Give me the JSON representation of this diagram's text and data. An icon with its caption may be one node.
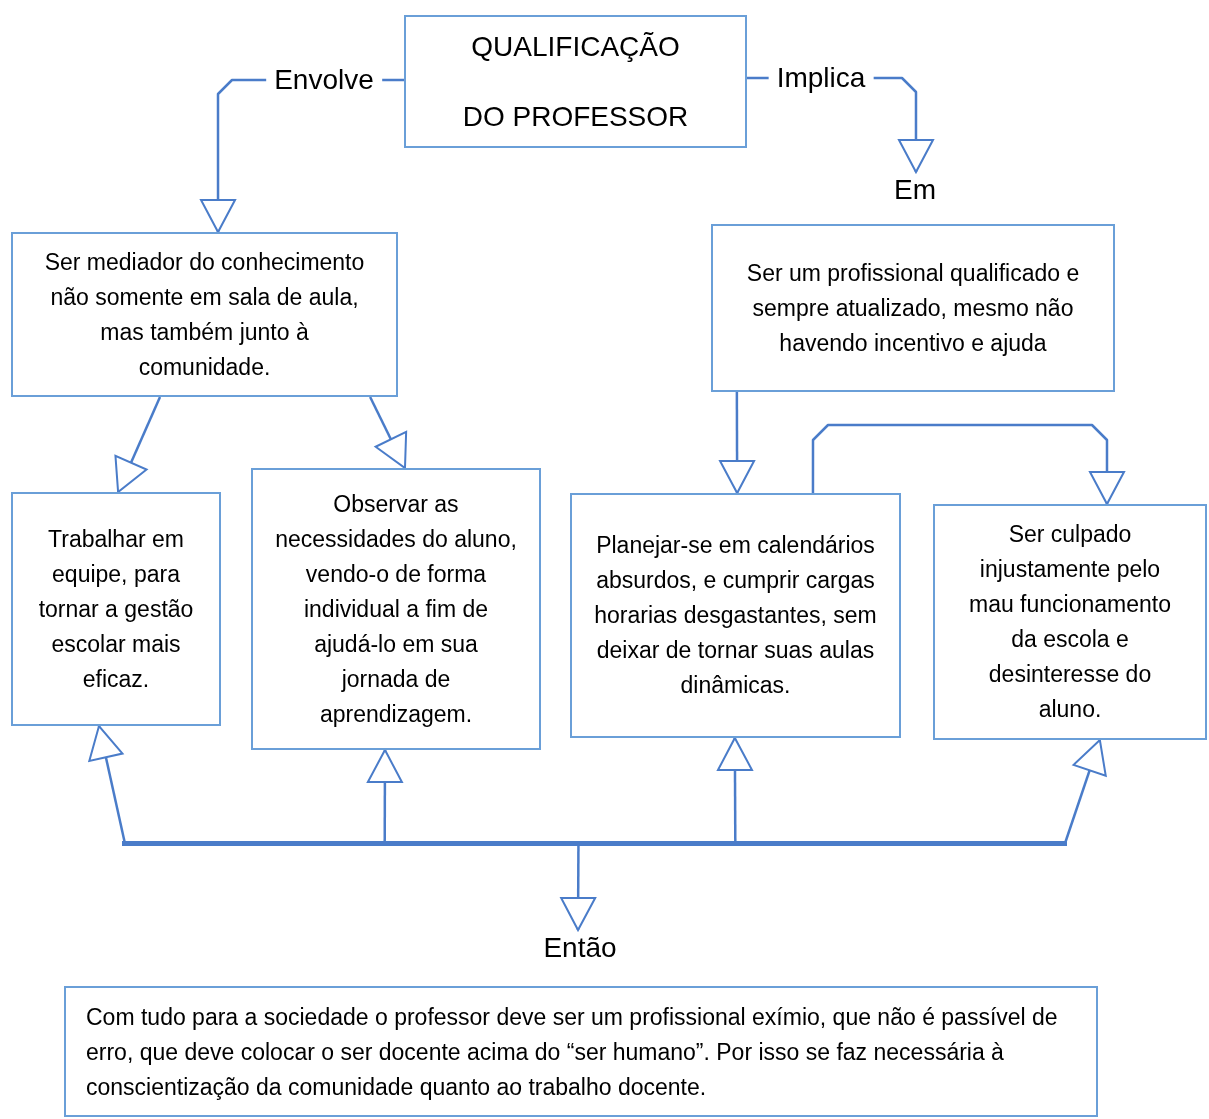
{
  "diagram": {
    "nodes": [
      {
        "text": [
          "QUALIFICAÇÃO DO PROFESSOR"
        ]
      },
      {
        "text": [
          "Em"
        ]
      },
      {
        "text": [
          "Ser mediador do conhecimento não somente em sala de aula, mas também junto à comunidade."
        ]
      },
      {
        "text": [
          "Ser um profissional qualificado e sempre atualizado, mesmo não havendo incentivo e ajuda"
        ]
      },
      {
        "text": [
          "Trabalhar em equipe, para tornar a gestão escolar mais eficaz."
        ]
      },
      {
        "text": [
          "Observar as necessidades do aluno, vendo-o de forma individual a fim de ajudá-lo em sua jornada de aprendizagem."
        ]
      },
      {
        "text": [
          "Planejar-se em calendários absurdos, e cumprir cargas horarias desgastantes, sem deixar de tornar suas aulas dinâmicas."
        ]
      },
      {
        "text": [
          "Ser culpado injustamente pelo mau funcionamento da escola e desinteresse do aluno."
        ]
      },
      {
        "text": [],
        "shape": "bar"
      },
      {
        "text": [
          "Então"
        ]
      },
      {
        "text": [
          "Com tudo para a sociedade o professor deve ser um profissional exímio, que não é passível de erro, que deve colocar o ser docente acima do “ser humano”. Por isso se faz necessária à conscientização da comunidade quanto ao trabalho docente."
        ]
      }
    ],
    "edges": [
      {
        "from": 0,
        "to": 2,
        "arrow": "to",
        "label": "Envolve"
      },
      {
        "from": 0,
        "to": 1,
        "arrow": "to",
        "label": "Implica"
      },
      {
        "from": 2,
        "to": 4,
        "arrow": "to"
      },
      {
        "from": 2,
        "to": 5,
        "arrow": "to"
      },
      {
        "from": 3,
        "to": 6,
        "arrow": "to"
      },
      {
        "from": 6,
        "to": 7,
        "arrow": "to"
      },
      {
        "from": 8,
        "to": 4,
        "arrow": "to"
      },
      {
        "from": 8,
        "to": 5,
        "arrow": "to"
      },
      {
        "from": 8,
        "to": 6,
        "arrow": "to"
      },
      {
        "from": 8,
        "to": 7,
        "arrow": "to"
      },
      {
        "from": 8,
        "to": 9,
        "arrow": "to"
      }
    ]
  }
}
